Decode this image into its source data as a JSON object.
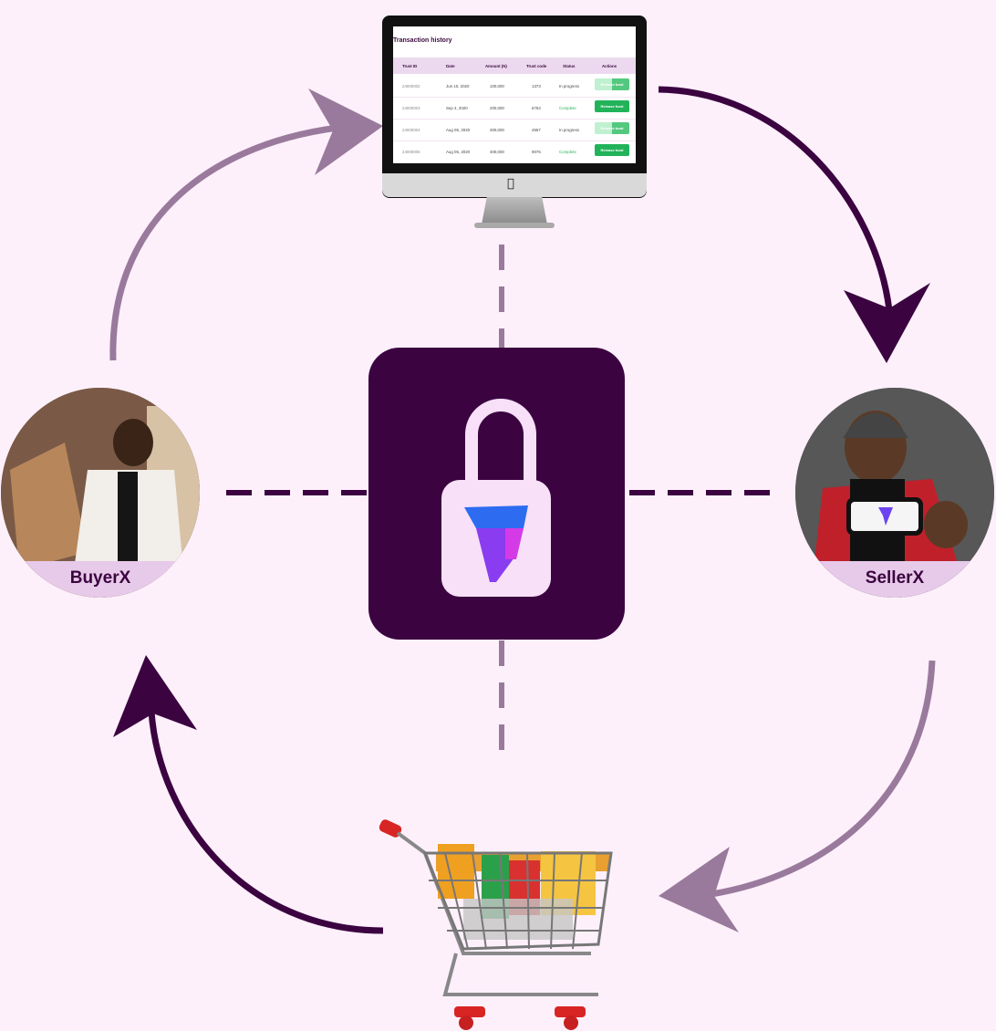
{
  "screen": {
    "title": "Transaction history",
    "columns": [
      "Trust ID",
      "Date",
      "Amount (N)",
      "Trust code",
      "Status",
      "Actions"
    ],
    "rows": [
      {
        "trust_id": "24000002",
        "date": "Jun 10, 2020",
        "amount": "100,000",
        "trust_code": "1373",
        "status": "In progress",
        "action": "Release fund"
      },
      {
        "trust_id": "24000003",
        "date": "Sep 4, 2020",
        "amount": "200,000",
        "trust_code": "6754",
        "status": "Complete",
        "action": "Release fund"
      },
      {
        "trust_id": "24000004",
        "date": "Aug 05, 2020",
        "amount": "300,000",
        "trust_code": "4557",
        "status": "In progress",
        "action": "Release fund"
      },
      {
        "trust_id": "24000005",
        "date": "Aug 05, 2020",
        "amount": "400,000",
        "trust_code": "9076",
        "status": "Complete",
        "action": "Release fund"
      }
    ]
  },
  "buyer": {
    "label": "BuyerX"
  },
  "seller": {
    "label": "SellerX"
  },
  "colors": {
    "background": "#fdf0fb",
    "dark_purple": "#3b0440",
    "light_purple": "#9a7a9c",
    "label_bg": "#e7cae9",
    "green": "#22b35a"
  },
  "icons": [
    "monitor-icon",
    "lock-icon",
    "brand-logo-icon",
    "shopping-cart-icon",
    "apple-logo-icon"
  ]
}
